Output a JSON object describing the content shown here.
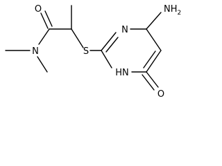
{
  "molecule": {
    "atoms": {
      "O_amide": "O",
      "N_amide": "N",
      "S_thio": "S",
      "N3_ring": "N",
      "NH2": "NH",
      "NH2_sub": "2",
      "N1H_ring": "HN",
      "O_keto": "O"
    }
  }
}
